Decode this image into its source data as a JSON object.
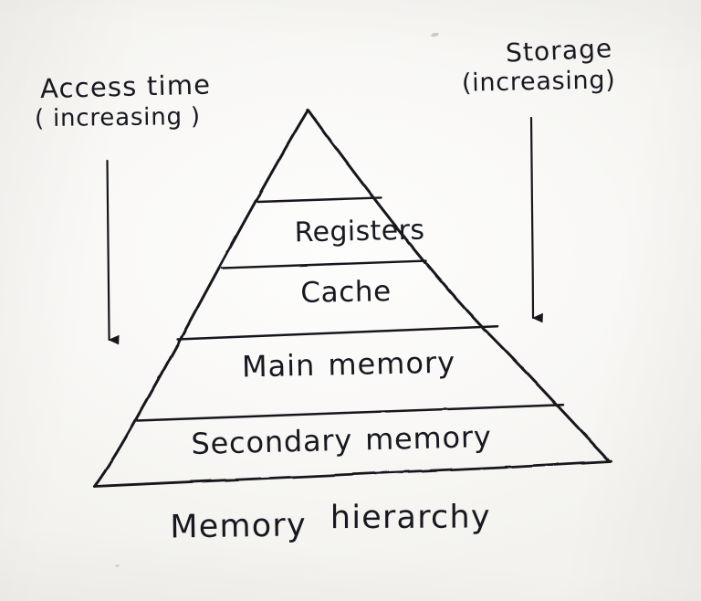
{
  "diagram": {
    "title": "Memory hierarchy",
    "medium": "hand-drawn ink on paper",
    "shape": "triangle-pyramid",
    "ink_color": "#181820",
    "paper_color": "#faf9f7",
    "caption": {
      "word1": "Memory",
      "word2": "hierarchy",
      "full": "Memory hierarchy"
    },
    "left_axis": {
      "line1": "Access time",
      "line2": "( increasing )",
      "full": "Access time (increasing)",
      "arrow_direction": "down",
      "arrow_icon": "arrow-down-icon"
    },
    "right_axis": {
      "line1": "Storage",
      "line2": "(increasing)",
      "full": "Storage (increasing)",
      "arrow_direction": "down",
      "arrow_icon": "arrow-down-icon"
    },
    "tiers": [
      {
        "label": "",
        "rank": 0,
        "note": "blank apex band"
      },
      {
        "label": "Registers",
        "rank": 1
      },
      {
        "label": "Cache",
        "rank": 2
      },
      {
        "label": "Main memory",
        "rank": 3,
        "word1": "Main",
        "word2": "memory"
      },
      {
        "label": "Secondary memory",
        "rank": 4,
        "word1": "Secondary",
        "word2": "memory"
      }
    ],
    "geometry": {
      "apex": "337,120",
      "base_left": "103,532",
      "base_right": "668,505"
    }
  }
}
